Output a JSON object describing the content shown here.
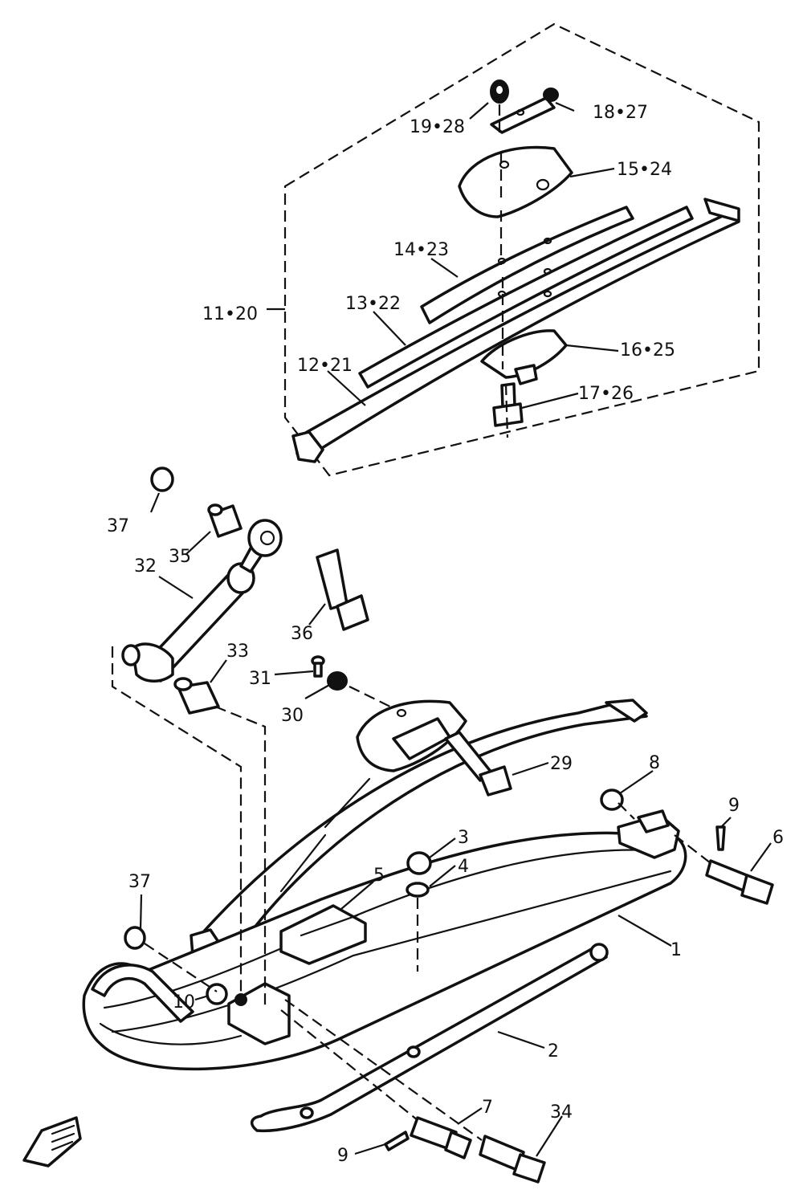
{
  "labels": {
    "l1": "1",
    "l2": "2",
    "l3": "3",
    "l4": "4",
    "l5": "5",
    "l6": "6",
    "l7": "7",
    "l8": "8",
    "l9a": "9",
    "l9b": "9",
    "l10": "10",
    "l11": "11•20",
    "l12": "12•21",
    "l13": "13•22",
    "l14": "14•23",
    "l15": "15•24",
    "l16": "16•25",
    "l17": "17•26",
    "l18": "18•27",
    "l19": "19•28",
    "l29": "29",
    "l30": "30",
    "l31": "31",
    "l32": "32",
    "l33": "33",
    "l34": "34",
    "l35": "35",
    "l36": "36",
    "l37a": "37",
    "l37b": "37"
  }
}
